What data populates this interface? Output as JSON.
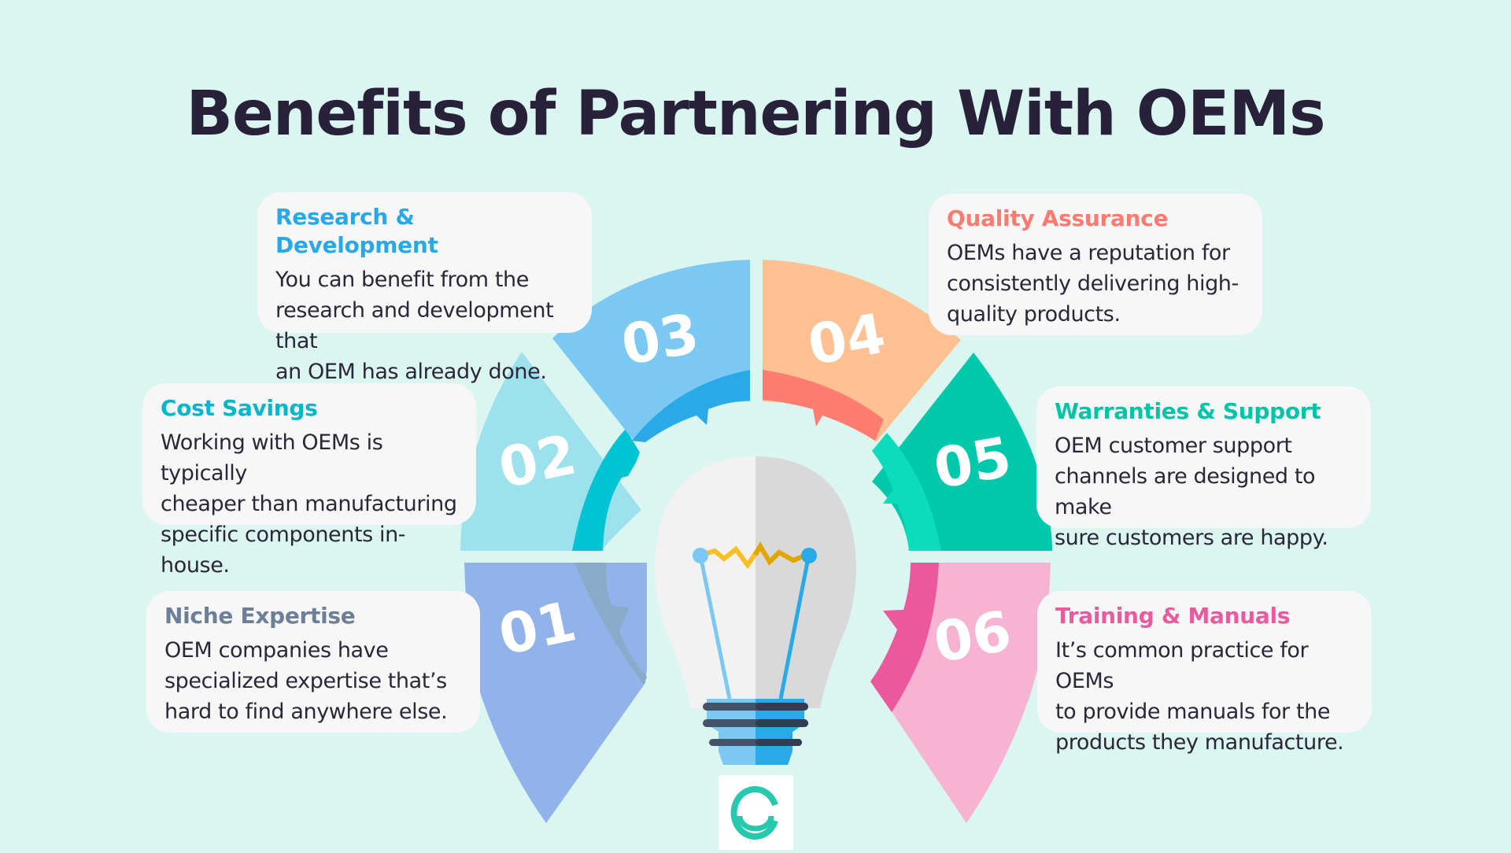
{
  "title": "Benefits of Partnering With OEMs",
  "colors": {
    "background": "#dbf5f0",
    "title": "#27213a",
    "card_bg": "#f7f7f7",
    "body_text": "#2b2638",
    "logo": "#26c9ad"
  },
  "benefits": [
    {
      "number": "01",
      "title": "Niche Expertise",
      "description": "OEM companies have specialized expertise that’s hard to find anywhere else.",
      "lines": [
        "OEM companies have",
        "specialized expertise that’s",
        "hard to find anywhere else."
      ],
      "title_color": "#6b7f99",
      "segment_color": "#92b2ea",
      "band_color": "#8aaac9"
    },
    {
      "number": "02",
      "title": "Cost Savings",
      "description": "Working with OEMs is typically cheaper than manufacturing specific components in-house.",
      "lines": [
        "Working with OEMs is typically",
        "cheaper than manufacturing",
        "specific components in-house."
      ],
      "title_color": "#00b8cc",
      "segment_color": "#9de1ec",
      "band_color": "#00c4d4"
    },
    {
      "number": "03",
      "title": "Research & Development",
      "description": "You can benefit from the research and development that an OEM has already done.",
      "lines": [
        "You can benefit from the",
        "research and development that",
        "an OEM has already done."
      ],
      "title_color": "#29a8e6",
      "segment_color": "#7bc9f2",
      "band_color": "#29a9e8"
    },
    {
      "number": "04",
      "title": "Quality Assurance",
      "description": "OEMs have a reputation for consistently delivering high-quality products.",
      "lines": [
        "OEMs have a reputation for",
        "consistently delivering high-",
        "quality products."
      ],
      "title_color": "#ff7a6f",
      "segment_color": "#ffc191",
      "band_color": "#ff7c70"
    },
    {
      "number": "05",
      "title": "Warranties & Support",
      "description": "OEM customer support channels are designed to make sure customers are happy.",
      "lines": [
        "OEM customer support",
        "channels are designed to make",
        "sure customers are happy."
      ],
      "title_color": "#00c4a7",
      "segment_color": "#00c9ab",
      "band_color": "#0bdcb9"
    },
    {
      "number": "06",
      "title": "Training & Manuals",
      "description": "It’s common practice for OEMs to provide manuals for the products they manufacture.",
      "lines": [
        "It’s common practice for OEMs",
        "to provide manuals for the",
        "products they manufacture."
      ],
      "title_color": "#ea5a9e",
      "segment_color": "#f6b4d2",
      "band_color": "#ec589e"
    }
  ],
  "logo": {
    "name": "brand-logo"
  }
}
